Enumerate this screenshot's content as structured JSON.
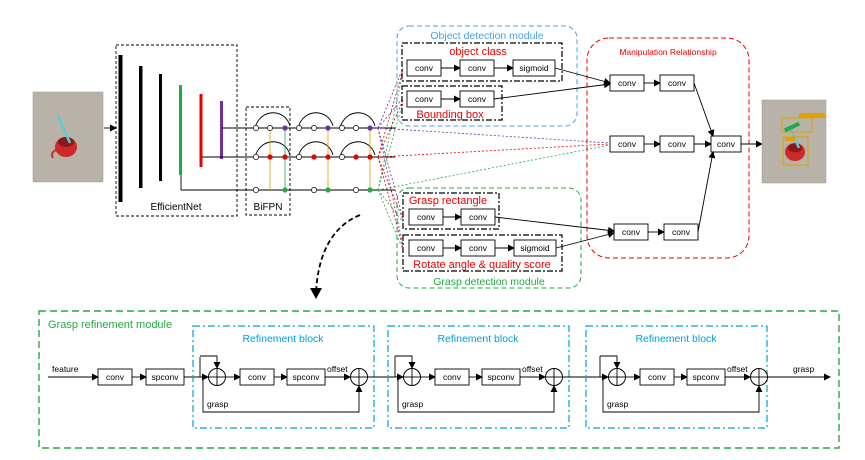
{
  "labels": {
    "efficientnet": "EfficientNet",
    "bifpn": "BiFPN",
    "object_detection_module": "Object detection module",
    "object_class": "object class",
    "bounding_box": "Bounding box",
    "manipulation_relationship": "Manipulation Relationship",
    "grasp_rectangle": "Grasp rectangle",
    "rotate_angle": "Rotate angle & quality score",
    "grasp_detection_module": "Grasp detection module",
    "grasp_refinement_module": "Grasp refinement module",
    "refinement_block": "Refinement block",
    "conv": "conv",
    "sigmoid": "sigmoid",
    "spconv": "spconv",
    "feature": "feature",
    "offset": "offset",
    "grasp": "grasp"
  },
  "colors": {
    "object_module": "#4a9fe0",
    "red_label": "#e60000",
    "manipulation": "#e60000",
    "grasp_module": "#22aa44",
    "refinement_module": "#22aa44",
    "refinement_block": "#00a0d8",
    "efficientnet_green": "#22aa44",
    "efficientnet_red": "#e60000",
    "efficientnet_purple": "#7030a0"
  }
}
